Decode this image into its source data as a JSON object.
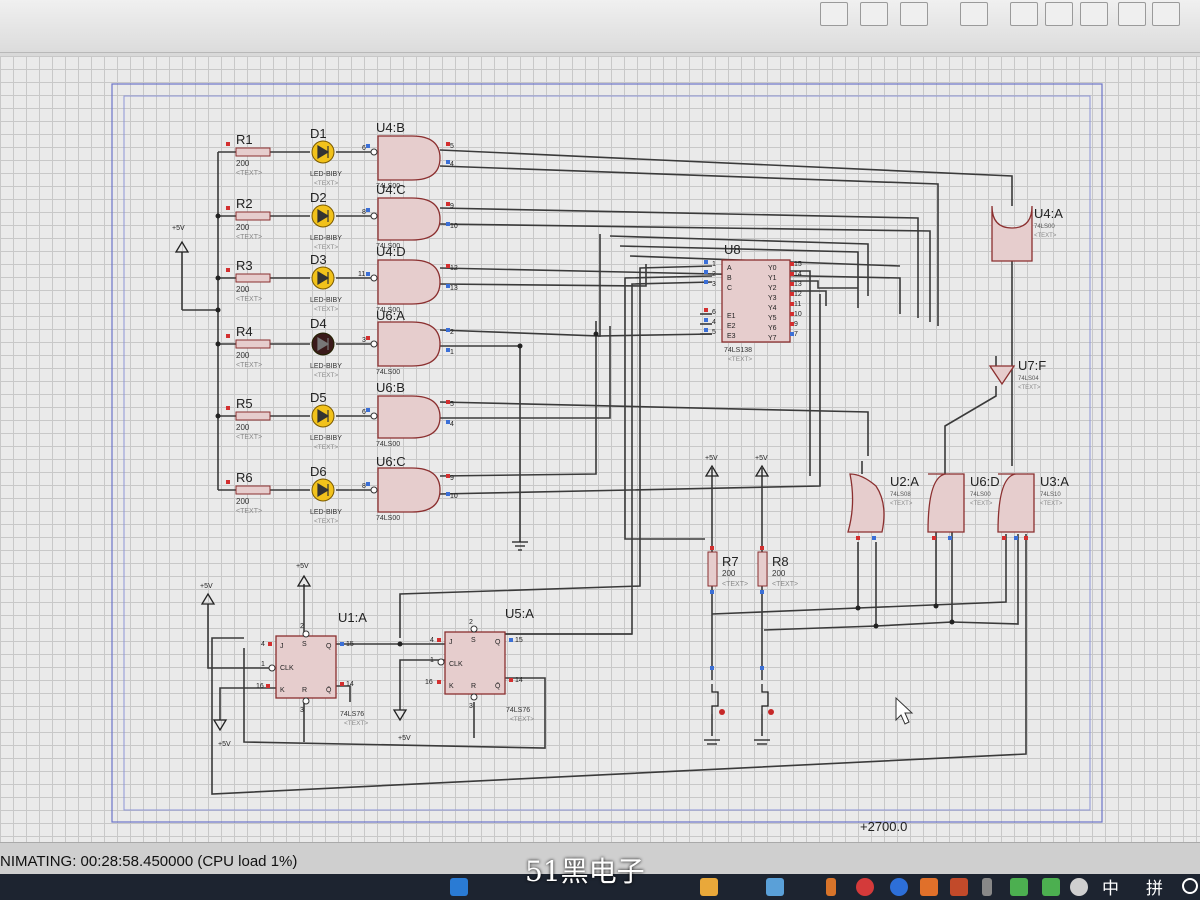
{
  "components": {
    "resistors": [
      {
        "ref": "R1",
        "value": "200",
        "text": "<TEXT>"
      },
      {
        "ref": "R2",
        "value": "200",
        "text": "<TEXT>"
      },
      {
        "ref": "R3",
        "value": "200",
        "text": "<TEXT>"
      },
      {
        "ref": "R4",
        "value": "200",
        "text": "<TEXT>"
      },
      {
        "ref": "R5",
        "value": "200",
        "text": "<TEXT>"
      },
      {
        "ref": "R6",
        "value": "200",
        "text": "<TEXT>"
      },
      {
        "ref": "R7",
        "value": "200",
        "text": "<TEXT>"
      },
      {
        "ref": "R8",
        "value": "200",
        "text": "<TEXT>"
      }
    ],
    "leds": [
      {
        "ref": "D1",
        "type": "LED-BIBY",
        "text": "<TEXT>",
        "state": "lit"
      },
      {
        "ref": "D2",
        "type": "LED-BIBY",
        "text": "<TEXT>",
        "state": "lit"
      },
      {
        "ref": "D3",
        "type": "LED-BIBY",
        "text": "<TEXT>",
        "state": "lit"
      },
      {
        "ref": "D4",
        "type": "LED-BIBY",
        "text": "<TEXT>",
        "state": "off"
      },
      {
        "ref": "D5",
        "type": "LED-BIBY",
        "text": "<TEXT>",
        "state": "lit"
      },
      {
        "ref": "D6",
        "type": "LED-BIBY",
        "text": "<TEXT>",
        "state": "lit"
      }
    ],
    "gates": [
      {
        "ref": "U4:B",
        "type": "74LS00",
        "pins": [
          "6",
          "5",
          "4"
        ]
      },
      {
        "ref": "U4:C",
        "type": "74LS00",
        "pins": [
          "8",
          "9",
          "10"
        ]
      },
      {
        "ref": "U4:D",
        "type": "74LS00",
        "pins": [
          "11",
          "12",
          "13"
        ]
      },
      {
        "ref": "U6:A",
        "type": "74LS00",
        "pins": [
          "3",
          "2",
          "1"
        ]
      },
      {
        "ref": "U6:B",
        "type": "74LS00",
        "pins": [
          "6",
          "5",
          "4"
        ]
      },
      {
        "ref": "U6:C",
        "type": "74LS00",
        "pins": [
          "8",
          "9",
          "10"
        ]
      },
      {
        "ref": "U4:A",
        "type": "74LS00",
        "text": "<TEXT>"
      },
      {
        "ref": "U7:F",
        "type": "74LS04",
        "text": "<TEXT>"
      },
      {
        "ref": "U2:A",
        "type": "74LS08",
        "text": "<TEXT>"
      },
      {
        "ref": "U6:D",
        "type": "74LS00",
        "text": "<TEXT>"
      },
      {
        "ref": "U3:A",
        "type": "74LS10",
        "text": "<TEXT>"
      }
    ],
    "decoder": {
      "ref": "U8",
      "type": "74LS138",
      "text": "<TEXT>",
      "inputs": [
        "A",
        "B",
        "C",
        "E1",
        "E2",
        "E3"
      ],
      "input_pins": [
        "1",
        "2",
        "3",
        "6",
        "4",
        "5"
      ],
      "outputs": [
        "Y0",
        "Y1",
        "Y2",
        "Y3",
        "Y4",
        "Y5",
        "Y6",
        "Y7"
      ],
      "output_pins": [
        "15",
        "14",
        "13",
        "12",
        "11",
        "10",
        "9",
        "7"
      ]
    },
    "flipflops": [
      {
        "ref": "U1:A",
        "type": "74LS76",
        "text": "<TEXT>",
        "pins": [
          "J",
          "CLK",
          "K",
          "Q",
          "Q̄",
          "S",
          "R"
        ],
        "pin_numbers": [
          "4",
          "1",
          "16",
          "15",
          "14",
          "2",
          "3"
        ]
      },
      {
        "ref": "U5:A",
        "type": "74LS76",
        "text": "<TEXT>",
        "pins": [
          "J",
          "CLK",
          "K",
          "Q",
          "Q̄",
          "S",
          "R"
        ],
        "pin_numbers": [
          "4",
          "1",
          "16",
          "15",
          "14",
          "2",
          "3"
        ]
      }
    ],
    "supplies": [
      "+5V",
      "+5V",
      "+5V",
      "+5V",
      "+5V",
      "+5V",
      "+5V"
    ]
  },
  "coordinates": "+2700.0",
  "status": "NIMATING: 00:28:58.450000 (CPU load 1%)",
  "watermark": "51黑电子",
  "taskbar": {
    "ime": "中",
    "ime2": "拼"
  },
  "colors": {
    "wire": "#3a3a3a",
    "part_fill": "#e6cdcd",
    "part_stroke": "#8b2f2f",
    "led_lit": "#f2c21b",
    "led_off": "#3a1a1a",
    "pin_high": "#d32f2f",
    "pin_low": "#3b6fd6"
  }
}
